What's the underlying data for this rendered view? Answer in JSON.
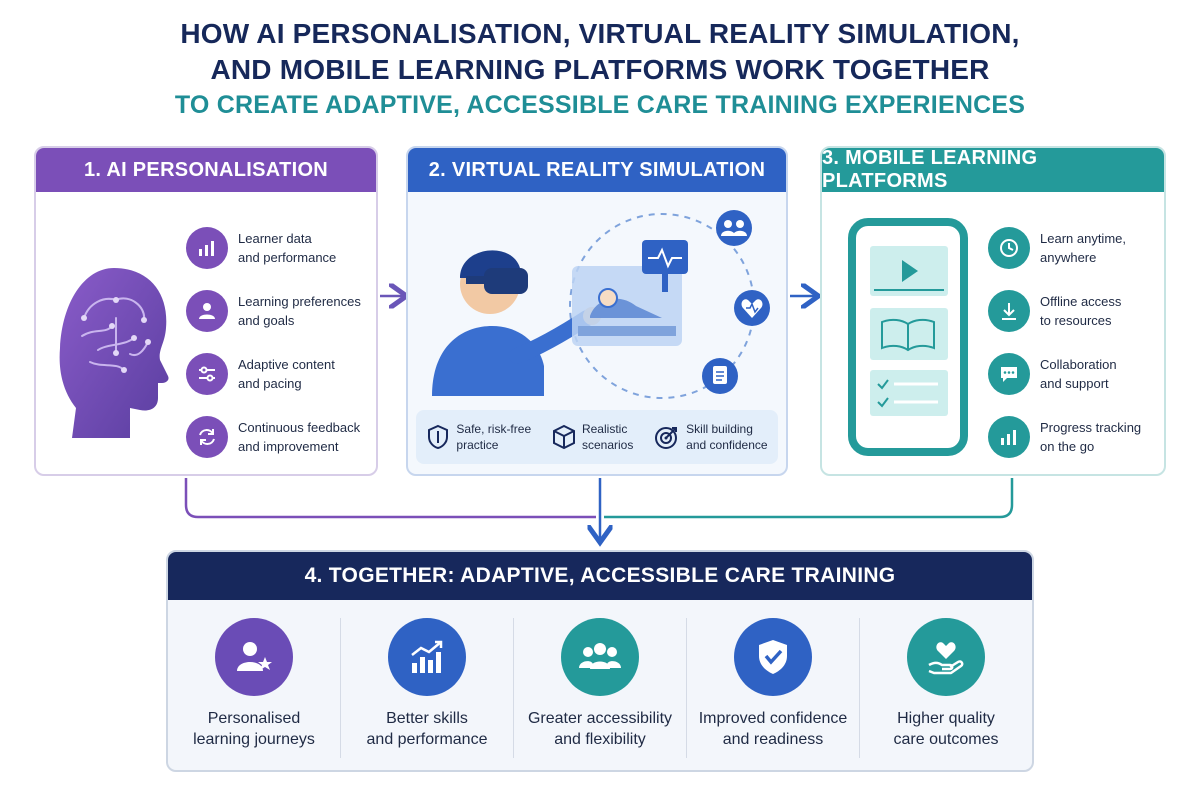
{
  "header": {
    "line1": "HOW AI PERSONALISATION, VIRTUAL REALITY SIMULATION,",
    "line2": "AND MOBILE LEARNING PLATFORMS WORK TOGETHER",
    "line3": "TO CREATE ADAPTIVE, ACCESSIBLE CARE TRAINING EXPERIENCES"
  },
  "colors": {
    "purple": "#7b4fb8",
    "blue": "#2f62c4",
    "teal": "#249a9a",
    "navy": "#17285c"
  },
  "ai": {
    "title": "1. AI PERSONALISATION",
    "items": [
      {
        "icon": "bar-chart-icon",
        "label": "Learner data\nand performance"
      },
      {
        "icon": "person-icon",
        "label": "Learning preferences\nand goals"
      },
      {
        "icon": "sliders-icon",
        "label": "Adaptive content\nand pacing"
      },
      {
        "icon": "refresh-icon",
        "label": "Continuous feedback\nand improvement"
      }
    ]
  },
  "vr": {
    "title": "2. VIRTUAL REALITY SIMULATION",
    "features": [
      {
        "icon": "shield-icon",
        "label": "Safe, risk-free\npractice"
      },
      {
        "icon": "cube-icon",
        "label": "Realistic\nscenarios"
      },
      {
        "icon": "target-icon",
        "label": "Skill building\nand confidence"
      }
    ]
  },
  "mobile": {
    "title": "3. MOBILE LEARNING PLATFORMS",
    "items": [
      {
        "icon": "clock-icon",
        "label": "Learn anytime,\nanywhere"
      },
      {
        "icon": "download-icon",
        "label": "Offline access\nto resources"
      },
      {
        "icon": "chat-icon",
        "label": "Collaboration\nand support"
      },
      {
        "icon": "bar-chart-icon",
        "label": "Progress tracking\non the go"
      }
    ]
  },
  "together": {
    "title": "4. TOGETHER: ADAPTIVE, ACCESSIBLE CARE TRAINING",
    "outcomes": [
      {
        "icon": "person-star-icon",
        "label": "Personalised\nlearning journeys"
      },
      {
        "icon": "growth-chart-icon",
        "label": "Better skills\nand performance"
      },
      {
        "icon": "group-icon",
        "label": "Greater accessibility\nand flexibility"
      },
      {
        "icon": "shield-check-icon",
        "label": "Improved confidence\nand readiness"
      },
      {
        "icon": "heart-hand-icon",
        "label": "Higher quality\ncare outcomes"
      }
    ]
  }
}
